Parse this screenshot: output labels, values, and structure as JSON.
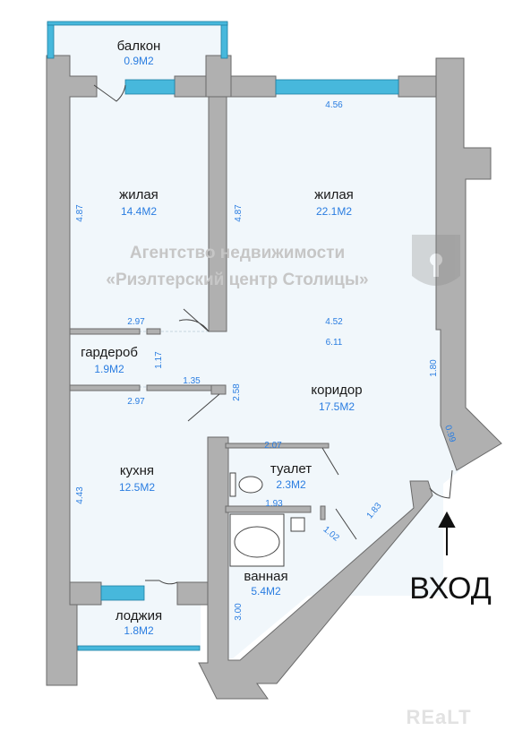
{
  "rooms": {
    "balcony": {
      "name": "балкон",
      "area": "0.9М2"
    },
    "living1": {
      "name": "жилая",
      "area": "14.4М2"
    },
    "living2": {
      "name": "жилая",
      "area": "22.1М2"
    },
    "wardrobe": {
      "name": "гардероб",
      "area": "1.9М2"
    },
    "corridor": {
      "name": "коридор",
      "area": "17.5М2"
    },
    "toilet": {
      "name": "туалет",
      "area": "2.3М2"
    },
    "kitchen": {
      "name": "кухня",
      "area": "12.5М2"
    },
    "bathroom": {
      "name": "ванная",
      "area": "5.4М2"
    },
    "loggia": {
      "name": "лоджия",
      "area": "1.8М2"
    }
  },
  "dimensions": {
    "d_456": "4.56",
    "d_487_left": "4.87",
    "d_487_mid": "4.87",
    "d_297_top": "2.97",
    "d_452": "4.52",
    "d_611": "6.11",
    "d_117": "1.17",
    "d_135": "1.35",
    "d_258": "2.58",
    "d_297_bottom": "2.97",
    "d_180": "1.80",
    "d_099": "0.99",
    "d_207": "2.07",
    "d_193": "1.93",
    "d_183": "1.83",
    "d_102": "1.02",
    "d_443": "4.43",
    "d_300": "3.00"
  },
  "watermark": {
    "line1": "Агентство недвижимости",
    "line2": "«Риэлтерский центр Столицы»"
  },
  "entry_label": "ВХОД",
  "brand": "REaLT",
  "colors": {
    "wall": "#b0b0b0",
    "floor": "#f1f7fb",
    "window": "#47b8dc",
    "dimension": "#2a7de1"
  }
}
